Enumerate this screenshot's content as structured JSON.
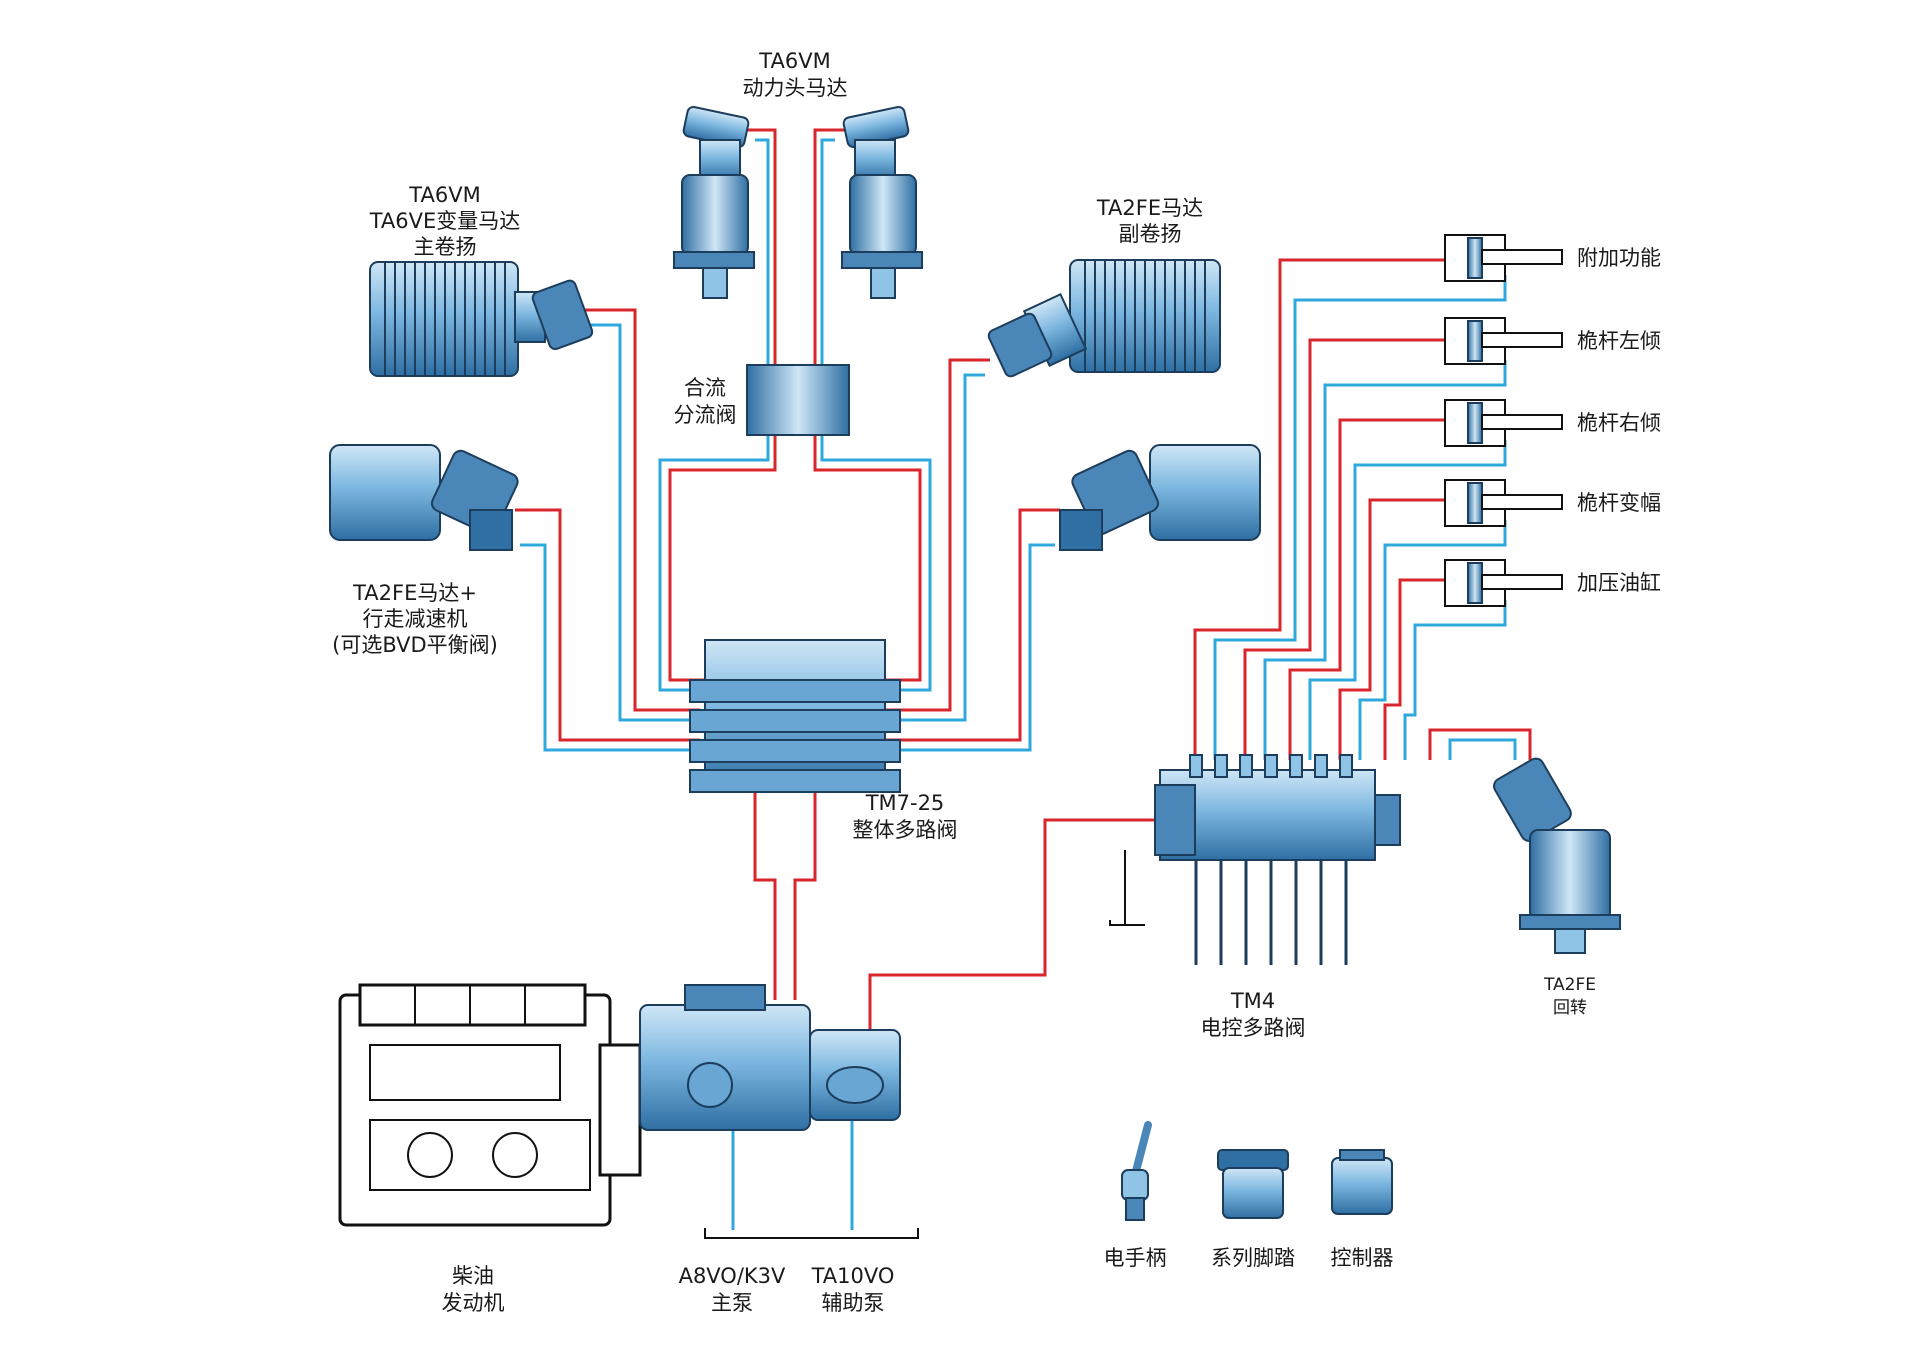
{
  "colors": {
    "pressure_line": "#d9262c",
    "return_line": "#2fa8de",
    "component_fill": "#8fc4e6",
    "component_dark": "#2f6fa3"
  },
  "labels": {
    "power_head_motor": [
      "TA6VM",
      "动力头马达"
    ],
    "main_winch": [
      "TA6VM",
      "TA6VE变量马达",
      "主卷扬"
    ],
    "aux_winch": [
      "TA2FE马达",
      "副卷扬"
    ],
    "combine_valve": [
      "合流",
      "分流阀"
    ],
    "travel_motor": [
      "TA2FE马达+",
      "行走减速机",
      "(可选BVD平衡阀)"
    ],
    "tm7_valve": [
      "TM7-25",
      "整体多路阀"
    ],
    "tm4_valve": [
      "TM4",
      "电控多路阀"
    ],
    "slew_motor": [
      "TA2FE",
      "回转"
    ],
    "engine": [
      "柴油",
      "发动机"
    ],
    "main_pump": [
      "A8VO/K3V",
      "主泵"
    ],
    "aux_pump": [
      "TA10VO",
      "辅助泵"
    ]
  },
  "cylinders": [
    {
      "label": "附加功能"
    },
    {
      "label": "桅杆左倾"
    },
    {
      "label": "桅杆右倾"
    },
    {
      "label": "桅杆变幅"
    },
    {
      "label": "加压油缸"
    }
  ],
  "controls": [
    {
      "label": "电手柄",
      "icon": "joystick-icon"
    },
    {
      "label": "系列脚踏",
      "icon": "foot-pedal-icon"
    },
    {
      "label": "控制器",
      "icon": "controller-icon"
    }
  ]
}
